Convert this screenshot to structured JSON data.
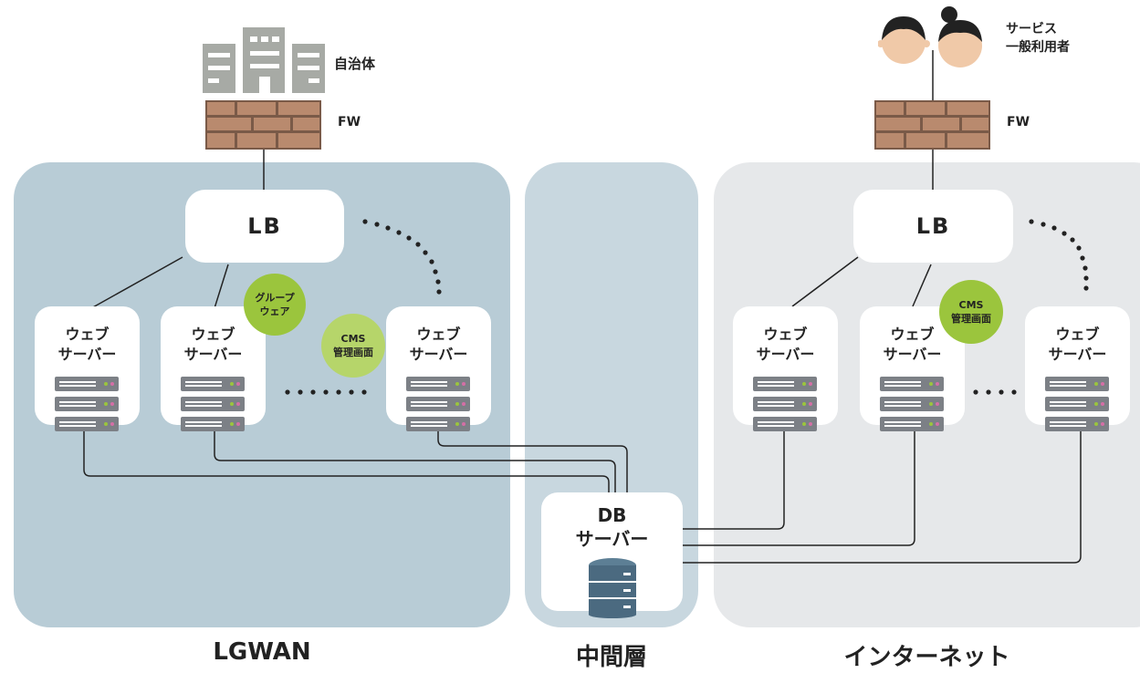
{
  "zones": {
    "lgwan": "LGWAN",
    "middle": "中間層",
    "internet": "インターネット"
  },
  "labels": {
    "municipality": "自治体",
    "users": "サービス\n一般利用者",
    "fw_left": "FW",
    "fw_right": "FW"
  },
  "lb": {
    "left": "LB",
    "right": "LB"
  },
  "web_server_label": "ウェブ\nサーバー",
  "db_server_label": "DB\nサーバー",
  "badges": {
    "groupware": "グループ\nウェア",
    "cms_left": "CMS\n管理画面",
    "cms_right": "CMS\n管理画面"
  },
  "icons": [
    "building-icon",
    "people-icon",
    "firewall-icon",
    "server-rack-icon",
    "database-icon"
  ],
  "colors": {
    "lgwan_bg": "#b8ccd6",
    "middle_bg": "#c8d7df",
    "internet_bg": "#e6e8ea",
    "badge_green": "#9bc53d",
    "brick": "#b98a6e"
  }
}
